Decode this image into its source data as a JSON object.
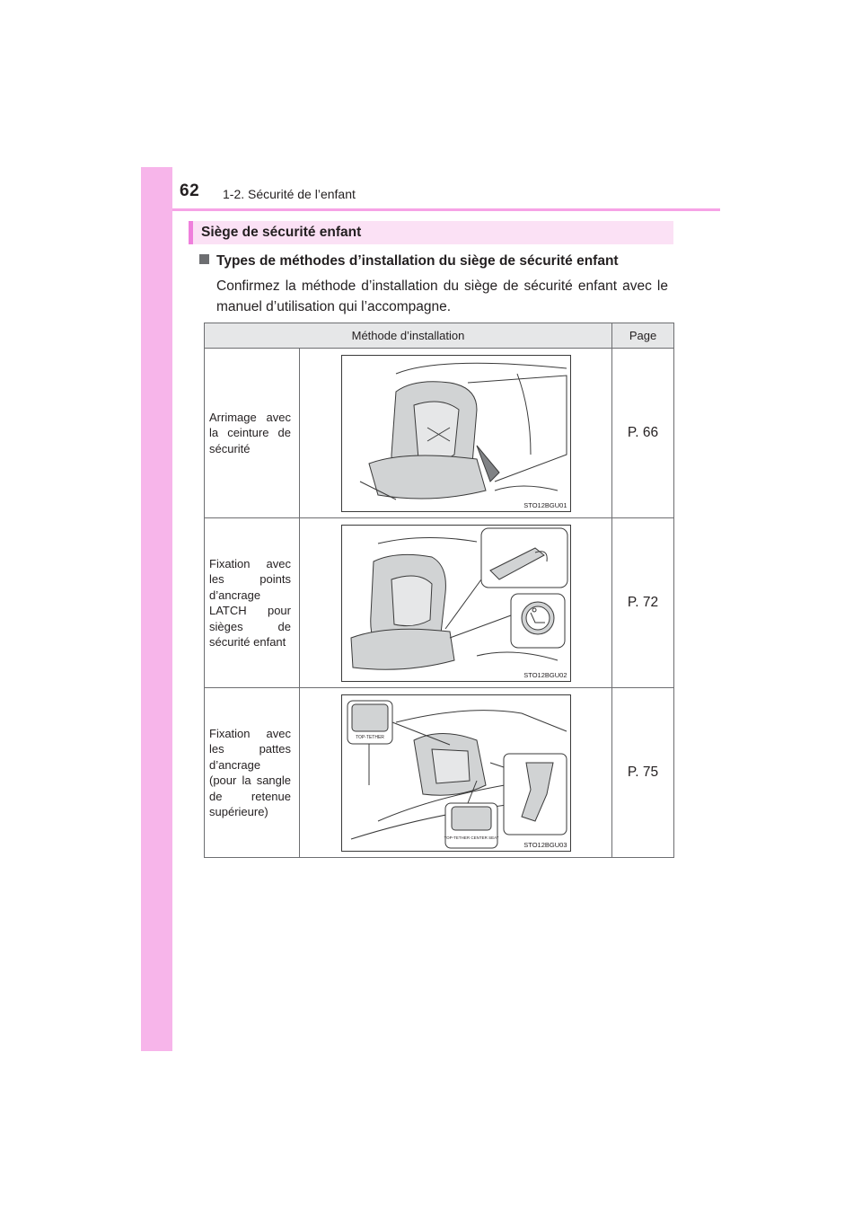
{
  "header": {
    "page_number": "62",
    "section": "1-2. Sécurité de l’enfant"
  },
  "section_title": "Siège de sécurité enfant",
  "subheading": "Types de méthodes d’installation du siège de sécurité enfant",
  "body": "Confirmez la méthode d’installation du siège de sécurité enfant avec le manuel d’utilisation qui l’accompagne.",
  "table": {
    "headers": [
      "Méthode d’installation",
      "Page"
    ],
    "rows": [
      {
        "method": "Arrimage avec la ceinture de sécurité",
        "image_code": "STO12BGU01",
        "page": "P. 66"
      },
      {
        "method": "Fixation avec les points d’ancrage LATCH pour sièges de sécurité enfant",
        "image_code": "STO12BGU02",
        "page": "P. 72"
      },
      {
        "method": "Fixation avec les pattes d’ancrage (pour la sangle de retenue supérieure)",
        "image_code": "STO12BGU03",
        "page": "P. 75"
      }
    ],
    "icon_labels": {
      "top_tether": "TOP-TETHER",
      "top_tether_center": "TOP-TETHER CENTER SEAT"
    }
  },
  "colors": {
    "sidebar": "#f7b5ea",
    "header_rule": "#f6a3e6",
    "section_box": "#fbe1f5",
    "section_bar": "#ef7fdc",
    "table_header": "#e6e7e8"
  }
}
